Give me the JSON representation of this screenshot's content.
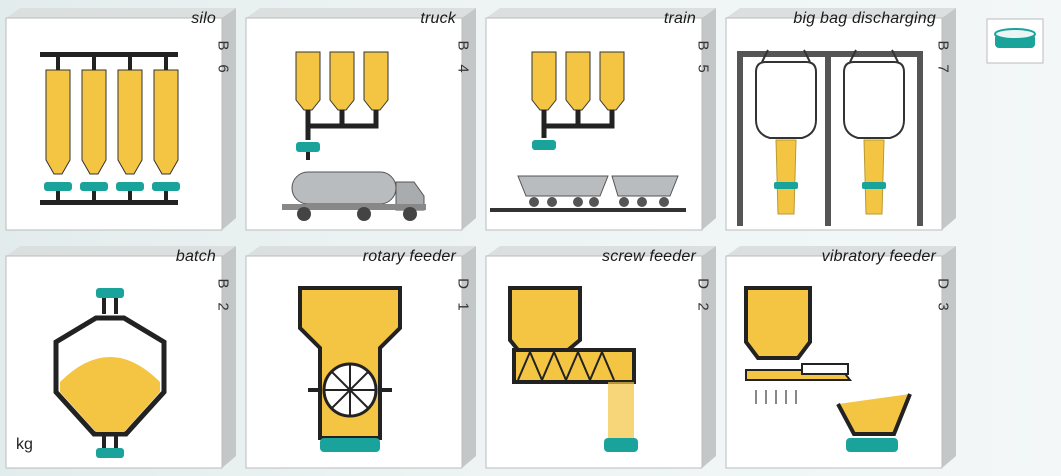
{
  "tiles": [
    {
      "id": "silo",
      "title": "silo",
      "code": [
        "B",
        "6"
      ]
    },
    {
      "id": "truck",
      "title": "truck",
      "code": [
        "B",
        "4"
      ]
    },
    {
      "id": "train",
      "title": "train",
      "code": [
        "B",
        "5"
      ]
    },
    {
      "id": "bigbag",
      "title": "big bag discharging",
      "code": [
        "B",
        "7"
      ]
    },
    {
      "id": "batch",
      "title": "batch",
      "code": [
        "B",
        "2"
      ]
    },
    {
      "id": "rotary",
      "title": "rotary feeder",
      "code": [
        "D",
        "1"
      ]
    },
    {
      "id": "screw",
      "title": "screw feeder",
      "code": [
        "D",
        "2"
      ]
    },
    {
      "id": "vibratory",
      "title": "vibratory feeder",
      "code": [
        "D",
        "3"
      ]
    }
  ],
  "unit_label": "kg",
  "colors": {
    "material": "#f4c542",
    "load_cell": "#1aa39a",
    "frame": "#222222",
    "cube_side": "#c8cccc",
    "cube_top": "#dcdfdf",
    "cube_face": "#ffffff"
  },
  "legend_icon": "load-cell-icon"
}
